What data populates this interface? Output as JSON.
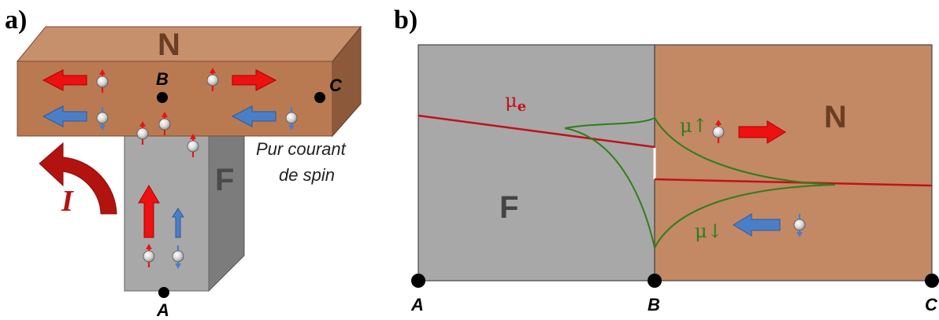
{
  "panel_a": {
    "label": "a)",
    "region_n": "N",
    "region_f": "F",
    "current": "I",
    "point_a": "A",
    "point_b": "B",
    "point_c": "C",
    "note_line1": "Pur courant",
    "note_line2": "de spin"
  },
  "panel_b": {
    "label": "b)",
    "region_f": "F",
    "region_n": "N",
    "mu_e_base": "μ",
    "mu_e_sub": "e",
    "mu_up": "μ↑",
    "mu_down": "μ↓",
    "point_a": "A",
    "point_b": "B",
    "point_c": "C"
  },
  "colors": {
    "copper": "#c38864",
    "copper_front": "#b97a52",
    "copper_dark": "#8f5b3b",
    "grey": "#a8a8a8",
    "grey_dark": "#7a7a7a",
    "red": "#ee1111",
    "blue": "#4a7fc8",
    "mu_e_line": "#c0121c",
    "mu_spin_line": "#2e7d1a"
  }
}
